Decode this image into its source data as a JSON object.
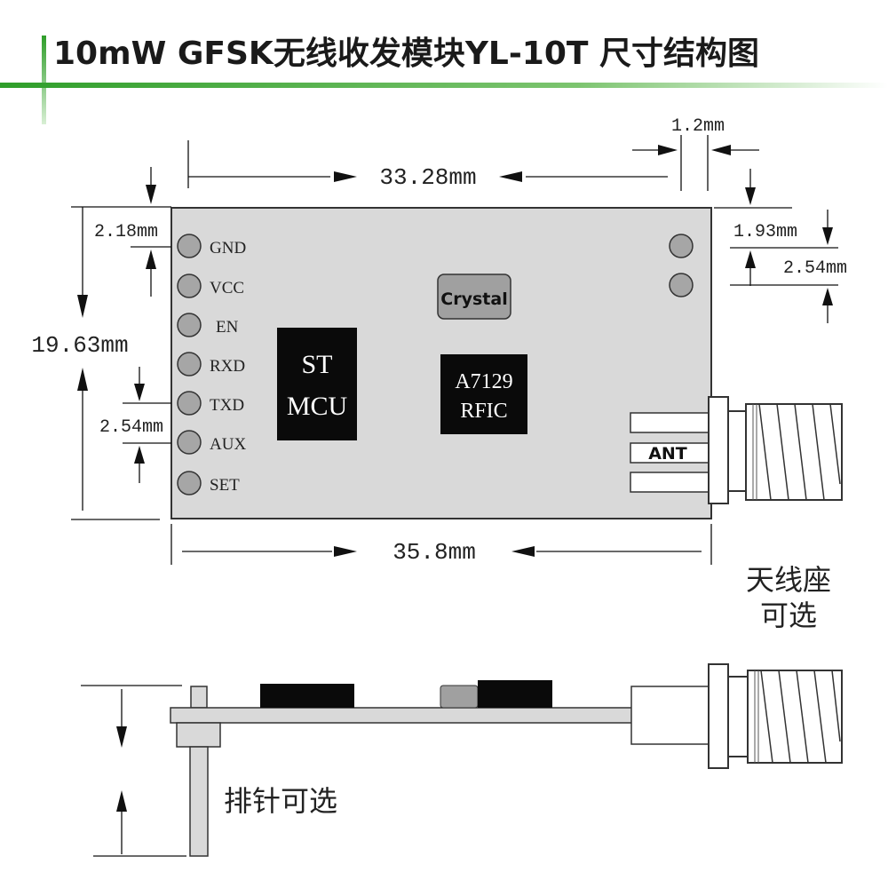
{
  "title": "10mW GFSK无线收发模块YL-10T 尺寸结构图",
  "colors": {
    "accent": "#3aa832",
    "board": "#d9d9d9",
    "pin": "#a6a6a6",
    "crystal": "#a0a0a0",
    "chip": "#0a0a0a"
  },
  "dimensions": {
    "top_width": "33.28mm",
    "bottom_width": "35.8mm",
    "height": "19.63mm",
    "top_pin_offset": "2.18mm",
    "pin_pitch_left": "2.54mm",
    "antenna_gap": "1.2mm",
    "right_offset": "1.93mm",
    "right_pitch": "2.54mm"
  },
  "pins": [
    "GND",
    "VCC",
    "EN",
    "RXD",
    "TXD",
    "AUX",
    "SET"
  ],
  "chips": {
    "mcu": [
      "ST",
      "MCU"
    ],
    "rfic": [
      "A7129",
      "RFIC"
    ],
    "crystal": "Crystal"
  },
  "antenna_label": "ANT",
  "notes": {
    "antenna_seat": [
      "天线座",
      "可选"
    ],
    "pin_header": "排针可选"
  }
}
